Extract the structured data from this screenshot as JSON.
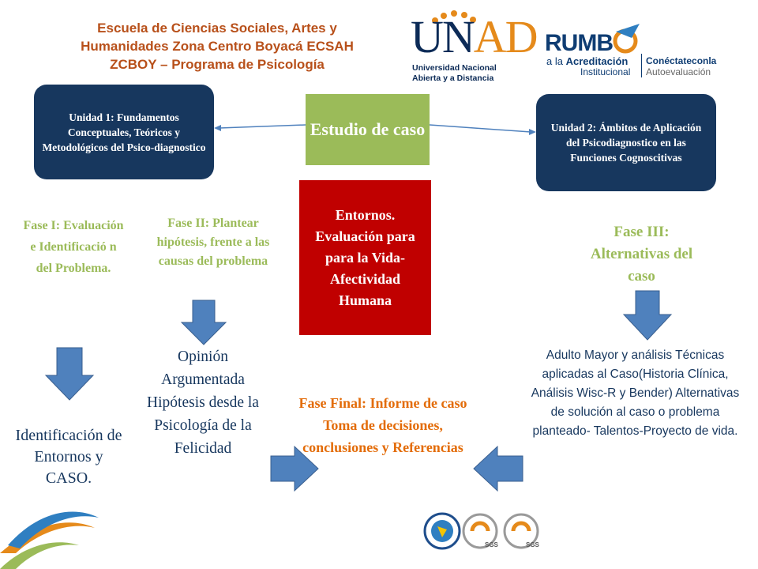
{
  "header": {
    "school_line1": "Escuela de Ciencias Sociales, Artes y",
    "school_line2": "Humanidades Zona Centro Boyacá ECSAH",
    "school_line3": "ZCBOY – Programa de Psicología"
  },
  "logos": {
    "unad_u": "U",
    "unad_n": "N",
    "unad_ad": "AD",
    "unad_sub1": "Universidad Nacional",
    "unad_sub2": "Abierta y a Distancia",
    "rumbo_title": "RUMB",
    "rumbo_sub1": "a la",
    "rumbo_sub1b": "Acreditación",
    "rumbo_sub2": "Institucional",
    "rumbo_sub3": "Conéctateconla",
    "rumbo_sub4": "Autoevaluación",
    "seal_labels": [
      "SGS",
      "SGS"
    ]
  },
  "diagram": {
    "unit1": "Unidad 1: Fundamentos Conceptuales, Teóricos y Metodológicos del Psico-diagnostico",
    "unit2": "Unidad 2: Ámbitos de Aplicación del Psicodiagnostico en las Funciones Cognoscitivas",
    "center": "Estudio de caso",
    "entornos": "Entornos. Evaluación para para la Vida- Afectividad Humana",
    "fase1": "Fase I: Evaluación e Identificació n del Problema.",
    "fase2": "Fase II: Plantear hipótesis, frente a las causas del problema",
    "fase3": "Fase III: Alternativas del caso",
    "fase_final": "Fase Final: Informe de caso Toma de decisiones, conclusiones y Referencias",
    "result1": "Identificación de Entornos y CASO.",
    "result2": "Opinión Argumentada Hipótesis desde la Psicología de la Felicidad",
    "result3": "Adulto Mayor y análisis Técnicas aplicadas al Caso(Historia Clínica, Análisis Wisc-R y Bender) Alternativas de solución al caso o problema planteado- Talentos-Proyecto de vida."
  },
  "colors": {
    "navy_box": "#17375e",
    "green_box": "#9bbb59",
    "red_box": "#c00000",
    "orange_text": "#e36c09",
    "arrow_fill": "#4f81bd",
    "school_text": "#b8501a"
  },
  "icons": [
    "down-arrow-icon",
    "right-arrow-icon",
    "left-arrow-icon",
    "seal-icon",
    "swoosh-icon"
  ]
}
